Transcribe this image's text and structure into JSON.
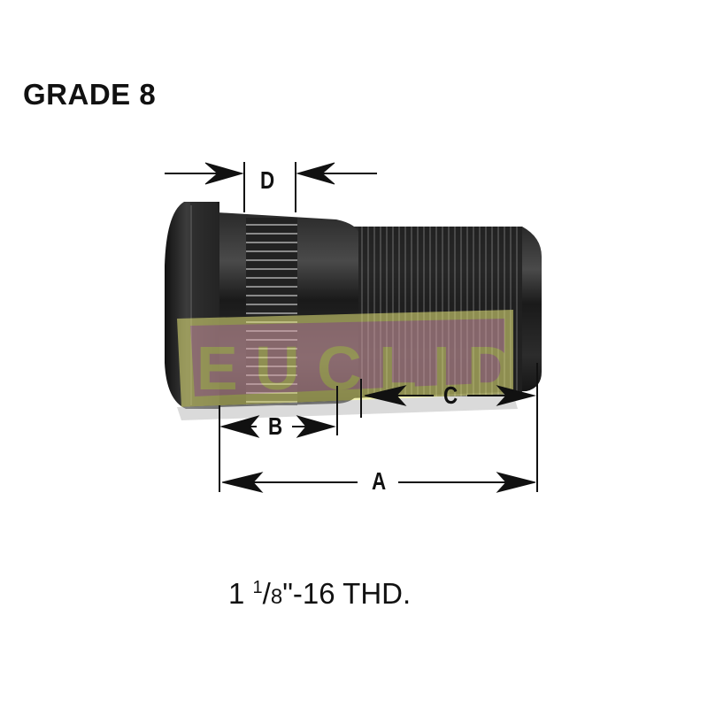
{
  "title": "GRADE 8",
  "watermark": {
    "text": "EUCLID",
    "colors": {
      "frame": "#e8e87a",
      "fill": "#d8a0a8",
      "shadow": "#bdbdbd"
    }
  },
  "dimensions": {
    "A": "A",
    "B": "B",
    "C": "C",
    "D": "D"
  },
  "caption": {
    "whole": "1 ",
    "numerator": "1",
    "slash": "/",
    "denominator": "8",
    "suffix": "\"-16 THD."
  },
  "colors": {
    "stud_dark": "#1c1c1c",
    "stud_mid": "#3a3a3a",
    "stud_highlight": "#6a6a6a",
    "line": "#111111"
  }
}
